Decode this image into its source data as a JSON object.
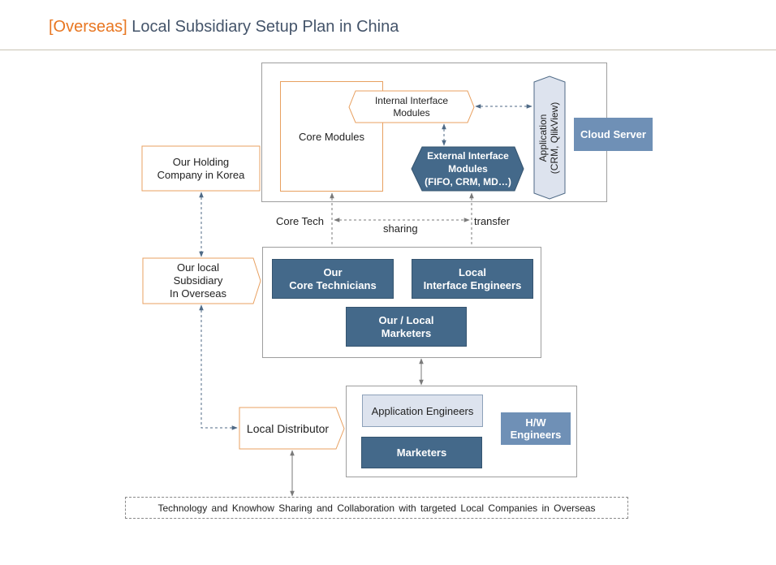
{
  "title": {
    "accent": "[Overseas]",
    "main": "Local Subsidiary Setup Plan in China"
  },
  "nodes": {
    "core_modules": "Core Modules",
    "internal_interface": "Internal Interface\nModules",
    "external_interface": "External Interface\nModules\n(FIFO, CRM, MD…)",
    "application": "Application\n(CRM, QlikView)",
    "cloud_server": "Cloud Server",
    "holding_company": "Our Holding\nCompany in Korea",
    "local_subsidiary": "Our local\nSubsidiary\nIn Overseas",
    "core_technicians": "Our\nCore Technicians",
    "interface_engineers": "Local\nInterface Engineers",
    "marketers_local": "Our / Local\nMarketers",
    "local_distributor": "Local Distributor",
    "application_engineers": "Application Engineers",
    "marketers": "Marketers",
    "hw_engineers": "H/W\nEngineers"
  },
  "edge_labels": {
    "core_tech": "Core Tech",
    "sharing": "sharing",
    "transfer": "transfer"
  },
  "footer": "Technology and Knowhow Sharing and Collaboration with targeted Local Companies in Overseas",
  "colors": {
    "accent": "#e87722",
    "title": "#44546a",
    "dark_box": "#44698a",
    "light_box": "#6f90b6",
    "pale_box": "#dde3ee",
    "orange_outline": "#e8a060",
    "connector": "#4f6a86"
  }
}
